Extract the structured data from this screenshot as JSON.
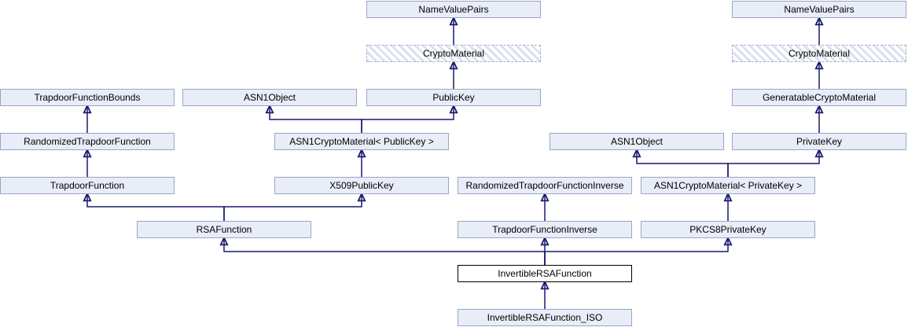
{
  "diagram": {
    "type": "class-inheritance-graph",
    "colors": {
      "node_fill": "#e8edf7",
      "node_border": "#98a5c6",
      "current_node_fill": "#ffffff",
      "current_node_border": "#000000",
      "proxy_hatch": "#dce1ee",
      "edge": "#191970",
      "text": "#000000",
      "background": "#ffffff"
    },
    "nodes": {
      "namevaluepairs_left": {
        "label": "NameValuePairs"
      },
      "namevaluepairs_right": {
        "label": "NameValuePairs"
      },
      "cryptomaterial_left": {
        "label": "CryptoMaterial"
      },
      "cryptomaterial_right": {
        "label": "CryptoMaterial"
      },
      "trapdoorfunctionbounds": {
        "label": "TrapdoorFunctionBounds"
      },
      "asn1object_left": {
        "label": "ASN1Object"
      },
      "publickey": {
        "label": "PublicKey"
      },
      "generatablecryptomaterial": {
        "label": "GeneratableCryptoMaterial"
      },
      "randomizedtrapdoorfunction": {
        "label": "RandomizedTrapdoorFunction"
      },
      "asn1cryptomaterial_publickey": {
        "label": "ASN1CryptoMaterial< PublicKey >"
      },
      "asn1object_right": {
        "label": "ASN1Object"
      },
      "privatekey": {
        "label": "PrivateKey"
      },
      "trapdoorfunction": {
        "label": "TrapdoorFunction"
      },
      "x509publickey": {
        "label": "X509PublicKey"
      },
      "randomizedtrapdoorfunctioninverse": {
        "label": "RandomizedTrapdoorFunctionInverse"
      },
      "asn1cryptomaterial_privatekey": {
        "label": "ASN1CryptoMaterial< PrivateKey >"
      },
      "rsafunction": {
        "label": "RSAFunction"
      },
      "trapdoorfunctioninverse": {
        "label": "TrapdoorFunctionInverse"
      },
      "pkcs8privatekey": {
        "label": "PKCS8PrivateKey"
      },
      "invertiblersafunction": {
        "label": "InvertibleRSAFunction"
      },
      "invertiblersafunction_iso": {
        "label": "InvertibleRSAFunction_ISO"
      }
    },
    "edges": [
      {
        "child": "cryptomaterial_left",
        "parent": "namevaluepairs_left"
      },
      {
        "child": "publickey",
        "parent": "cryptomaterial_left"
      },
      {
        "child": "randomizedtrapdoorfunction",
        "parent": "trapdoorfunctionbounds"
      },
      {
        "child": "trapdoorfunction",
        "parent": "randomizedtrapdoorfunction"
      },
      {
        "child": "asn1cryptomaterial_publickey",
        "parent": "asn1object_left"
      },
      {
        "child": "asn1cryptomaterial_publickey",
        "parent": "publickey"
      },
      {
        "child": "x509publickey",
        "parent": "asn1cryptomaterial_publickey"
      },
      {
        "child": "cryptomaterial_right",
        "parent": "namevaluepairs_right"
      },
      {
        "child": "generatablecryptomaterial",
        "parent": "cryptomaterial_right"
      },
      {
        "child": "privatekey",
        "parent": "generatablecryptomaterial"
      },
      {
        "child": "asn1cryptomaterial_privatekey",
        "parent": "asn1object_right"
      },
      {
        "child": "asn1cryptomaterial_privatekey",
        "parent": "privatekey"
      },
      {
        "child": "rsafunction",
        "parent": "trapdoorfunction"
      },
      {
        "child": "rsafunction",
        "parent": "x509publickey"
      },
      {
        "child": "trapdoorfunctioninverse",
        "parent": "randomizedtrapdoorfunctioninverse"
      },
      {
        "child": "pkcs8privatekey",
        "parent": "asn1cryptomaterial_privatekey"
      },
      {
        "child": "invertiblersafunction",
        "parent": "rsafunction"
      },
      {
        "child": "invertiblersafunction",
        "parent": "trapdoorfunctioninverse"
      },
      {
        "child": "invertiblersafunction",
        "parent": "pkcs8privatekey"
      },
      {
        "child": "invertiblersafunction_iso",
        "parent": "invertiblersafunction"
      }
    ]
  }
}
